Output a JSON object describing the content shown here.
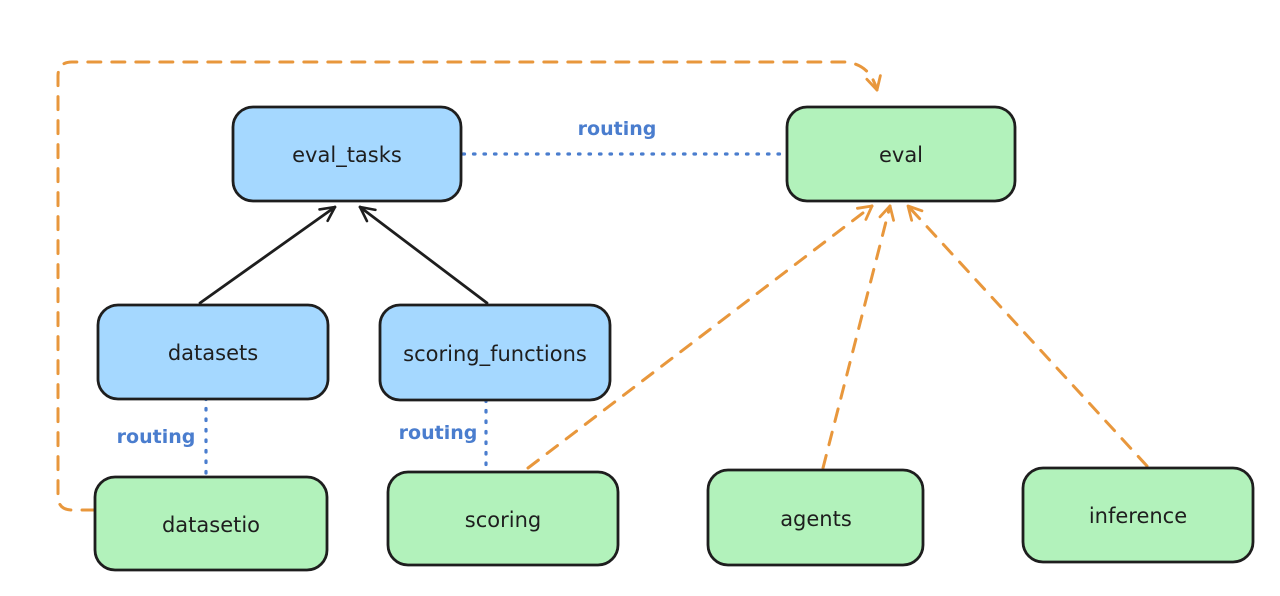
{
  "diagram_title": "",
  "colors": {
    "background": "#ffffff",
    "stroke": "#1e1e1e",
    "blue_fill": "#a5d8ff",
    "green_fill": "#b2f2bb",
    "routing_blue": "#4a7dce",
    "orange": "#e8973c"
  },
  "nodes": [
    {
      "id": "eval_tasks",
      "label": "eval_tasks",
      "kind": "resource-blue"
    },
    {
      "id": "eval",
      "label": "eval",
      "kind": "provider-green"
    },
    {
      "id": "datasets",
      "label": "datasets",
      "kind": "resource-blue"
    },
    {
      "id": "scoring_functions",
      "label": "scoring_functions",
      "kind": "resource-blue"
    },
    {
      "id": "datasetio",
      "label": "datasetio",
      "kind": "provider-green"
    },
    {
      "id": "scoring",
      "label": "scoring",
      "kind": "provider-green"
    },
    {
      "id": "agents",
      "label": "agents",
      "kind": "provider-green"
    },
    {
      "id": "inference",
      "label": "inference",
      "kind": "provider-green"
    }
  ],
  "edge_labels": {
    "eval_tasks_to_eval": "routing",
    "datasets_to_datasetio": "routing",
    "scoring_functions_to_scoring": "routing"
  },
  "edges": [
    {
      "from": "datasets",
      "to": "eval_tasks",
      "style": "solid-black",
      "label": ""
    },
    {
      "from": "scoring_functions",
      "to": "eval_tasks",
      "style": "solid-black",
      "label": ""
    },
    {
      "from": "eval_tasks",
      "to": "eval",
      "style": "dotted-blue",
      "label": "routing"
    },
    {
      "from": "datasets",
      "to": "datasetio",
      "style": "dotted-blue",
      "label": "routing"
    },
    {
      "from": "scoring_functions",
      "to": "scoring",
      "style": "dotted-blue",
      "label": "routing"
    },
    {
      "from": "scoring",
      "to": "eval",
      "style": "dashed-orange",
      "label": ""
    },
    {
      "from": "agents",
      "to": "eval",
      "style": "dashed-orange",
      "label": ""
    },
    {
      "from": "inference",
      "to": "eval",
      "style": "dashed-orange",
      "label": ""
    },
    {
      "from": "datasetio",
      "to": "eval",
      "style": "dashed-orange-loop",
      "label": ""
    }
  ]
}
